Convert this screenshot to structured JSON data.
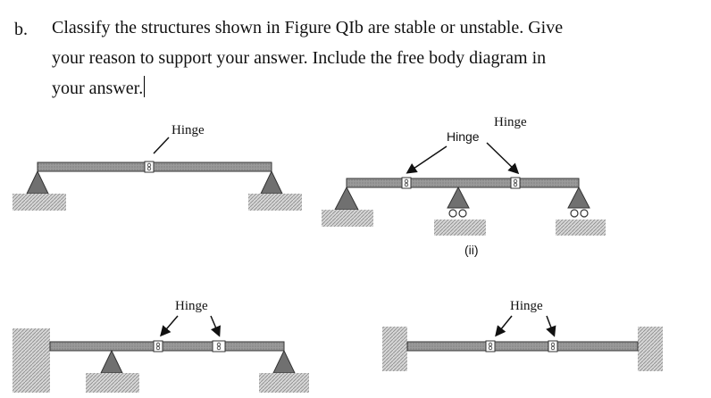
{
  "question": {
    "label": "b.",
    "lines": [
      "Classify the structures shown in Figure QIb are stable or unstable. Give",
      "your reason to support your answer. Include the free body diagram in",
      "your answer."
    ]
  },
  "figures": {
    "top_left": {
      "hinge_label": "Hinge"
    },
    "top_right": {
      "hinge_label_sans": "Hinge",
      "hinge_label_serif": "Hinge",
      "sub_label": "(ii)"
    },
    "bottom_left": {
      "hinge_label": "Hinge"
    },
    "bottom_right": {
      "hinge_label": "Hinge"
    }
  }
}
